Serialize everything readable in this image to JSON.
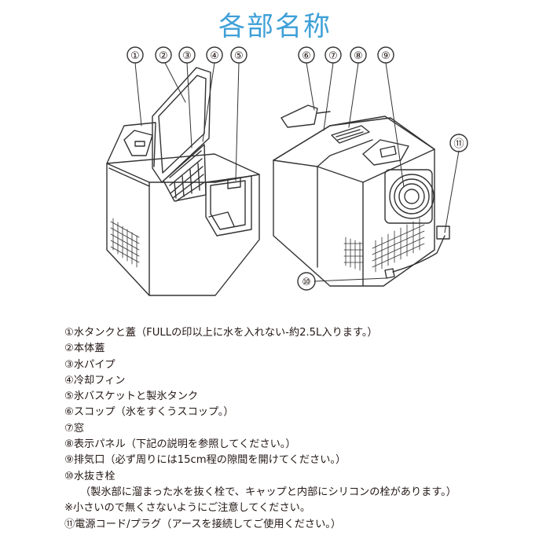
{
  "title": "各部名称",
  "callouts": {
    "c1": "①",
    "c2": "②",
    "c3": "③",
    "c4": "④",
    "c5": "⑤",
    "c6": "⑥",
    "c7": "⑦",
    "c8": "⑧",
    "c9": "⑨",
    "c10": "⑩",
    "c11": "⑪"
  },
  "parts": [
    "①水タンクと蓋（FULLの印以上に水を入れない-約2.5L入ります。）",
    "②本体蓋",
    "③水パイプ",
    "④冷却フィン",
    "⑤氷バスケットと製氷タンク",
    "⑥スコップ（氷をすくうスコップ。）",
    "⑦窓",
    "⑧表示パネル（下記の説明を参照してください。）",
    "⑨排気口（必ず周りには15cm程の隙間を開けてください。）",
    "⑩水抜き栓",
    "（製氷部に溜まった水を抜く栓で、キャップと内部にシリコンの栓があります。）",
    "※小さいので無くさないようにご注意してください。",
    "⑪電源コード/プラグ（アースを接続してご使用ください。）"
  ],
  "colors": {
    "title": "#3fa0d8",
    "line": "#333333",
    "text": "#231815"
  }
}
